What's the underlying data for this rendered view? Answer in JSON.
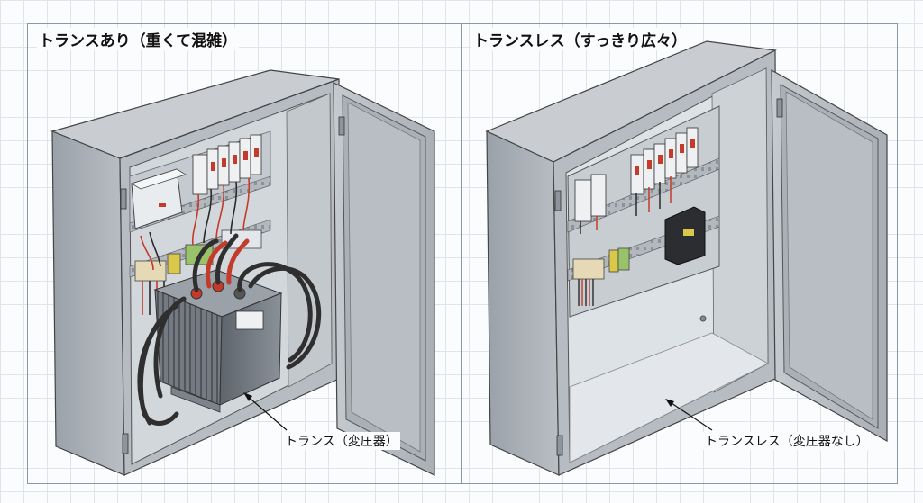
{
  "left_panel": {
    "title": "トランスあり（重くて混雑）",
    "callout": "トランス（変圧器）"
  },
  "right_panel": {
    "title": "トランスレス（すっきり広々）",
    "callout": "トランスレス（変圧器なし）"
  },
  "colors": {
    "cabinet": "#b7bcc2",
    "cabinet_dark": "#8d949b",
    "interior": "#d8dde2",
    "transformer": "#6f777e",
    "cable": "#3a3a3a",
    "accent_red": "#c43b2b",
    "accent_yellow": "#d9c84a"
  }
}
